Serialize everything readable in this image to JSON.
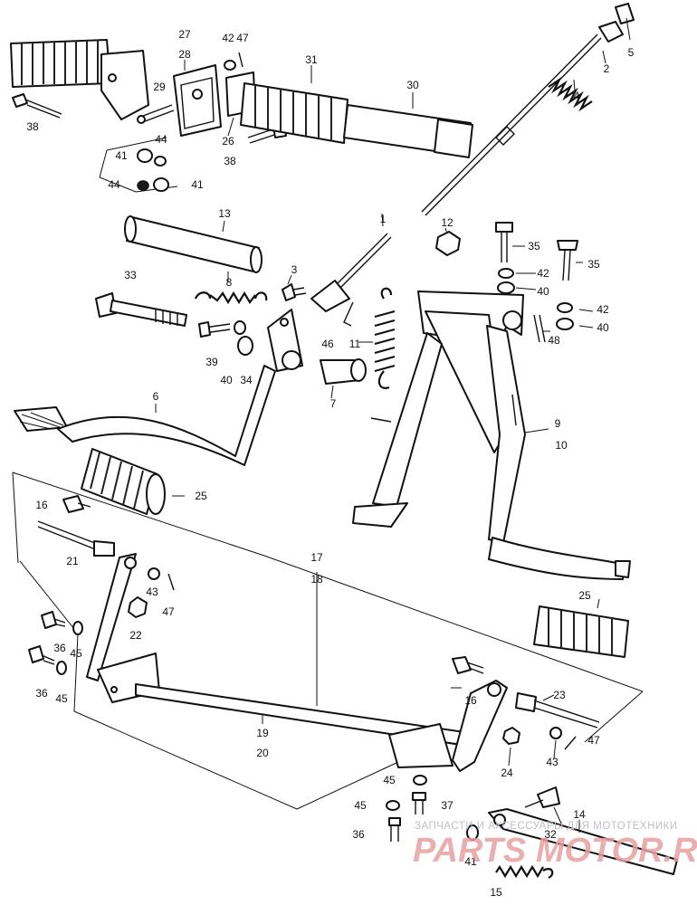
{
  "callouts": [
    {
      "id": "c1",
      "text": "1"
    },
    {
      "id": "c2",
      "text": "2"
    },
    {
      "id": "c3",
      "text": "3"
    },
    {
      "id": "c4",
      "text": "4"
    },
    {
      "id": "c5",
      "text": "5"
    },
    {
      "id": "c6",
      "text": "6"
    },
    {
      "id": "c7",
      "text": "7"
    },
    {
      "id": "c8",
      "text": "8"
    },
    {
      "id": "c9",
      "text": "9"
    },
    {
      "id": "c10",
      "text": "10"
    },
    {
      "id": "c11",
      "text": "11"
    },
    {
      "id": "c12",
      "text": "12"
    },
    {
      "id": "c13",
      "text": "13"
    },
    {
      "id": "c14",
      "text": "14"
    },
    {
      "id": "c15",
      "text": "15"
    },
    {
      "id": "c16a",
      "text": "16"
    },
    {
      "id": "c16b",
      "text": "16"
    },
    {
      "id": "c17",
      "text": "17"
    },
    {
      "id": "c18",
      "text": "18"
    },
    {
      "id": "c19",
      "text": "19"
    },
    {
      "id": "c20",
      "text": "20"
    },
    {
      "id": "c21",
      "text": "21"
    },
    {
      "id": "c22",
      "text": "22"
    },
    {
      "id": "c23",
      "text": "23"
    },
    {
      "id": "c24",
      "text": "24"
    },
    {
      "id": "c25a",
      "text": "25"
    },
    {
      "id": "c25b",
      "text": "25"
    },
    {
      "id": "c26",
      "text": "26"
    },
    {
      "id": "c27",
      "text": "27"
    },
    {
      "id": "c28",
      "text": "28"
    },
    {
      "id": "c29",
      "text": "29"
    },
    {
      "id": "c30",
      "text": "30"
    },
    {
      "id": "c31",
      "text": "31"
    },
    {
      "id": "c32",
      "text": "32"
    },
    {
      "id": "c33",
      "text": "33"
    },
    {
      "id": "c34",
      "text": "34"
    },
    {
      "id": "c35a",
      "text": "35"
    },
    {
      "id": "c35b",
      "text": "35"
    },
    {
      "id": "c36a",
      "text": "36"
    },
    {
      "id": "c36b",
      "text": "36"
    },
    {
      "id": "c36c",
      "text": "36"
    },
    {
      "id": "c37",
      "text": "37"
    },
    {
      "id": "c38a",
      "text": "38"
    },
    {
      "id": "c38b",
      "text": "38"
    },
    {
      "id": "c39",
      "text": "39"
    },
    {
      "id": "c40a",
      "text": "40"
    },
    {
      "id": "c40b",
      "text": "40"
    },
    {
      "id": "c40c",
      "text": "40"
    },
    {
      "id": "c41a",
      "text": "41"
    },
    {
      "id": "c41b",
      "text": "41"
    },
    {
      "id": "c41c",
      "text": "41"
    },
    {
      "id": "c42a",
      "text": "42"
    },
    {
      "id": "c42b",
      "text": "42"
    },
    {
      "id": "c42c",
      "text": "42"
    },
    {
      "id": "c43a",
      "text": "43"
    },
    {
      "id": "c43b",
      "text": "43"
    },
    {
      "id": "c44a",
      "text": "44"
    },
    {
      "id": "c44b",
      "text": "44"
    },
    {
      "id": "c45a",
      "text": "45"
    },
    {
      "id": "c45b",
      "text": "45"
    },
    {
      "id": "c45c",
      "text": "45"
    },
    {
      "id": "c45d",
      "text": "45"
    },
    {
      "id": "c46",
      "text": "46"
    },
    {
      "id": "c47a",
      "text": "47"
    },
    {
      "id": "c47b",
      "text": "47"
    },
    {
      "id": "c47c",
      "text": "47"
    },
    {
      "id": "c48",
      "text": "48"
    }
  ],
  "watermark": {
    "tagline": "ЗАПЧАСТИ И АКСЕССУАРЫ ДЛЯ МОТОТЕХНИКИ",
    "brand": "PARTS MOTOR.RU"
  }
}
